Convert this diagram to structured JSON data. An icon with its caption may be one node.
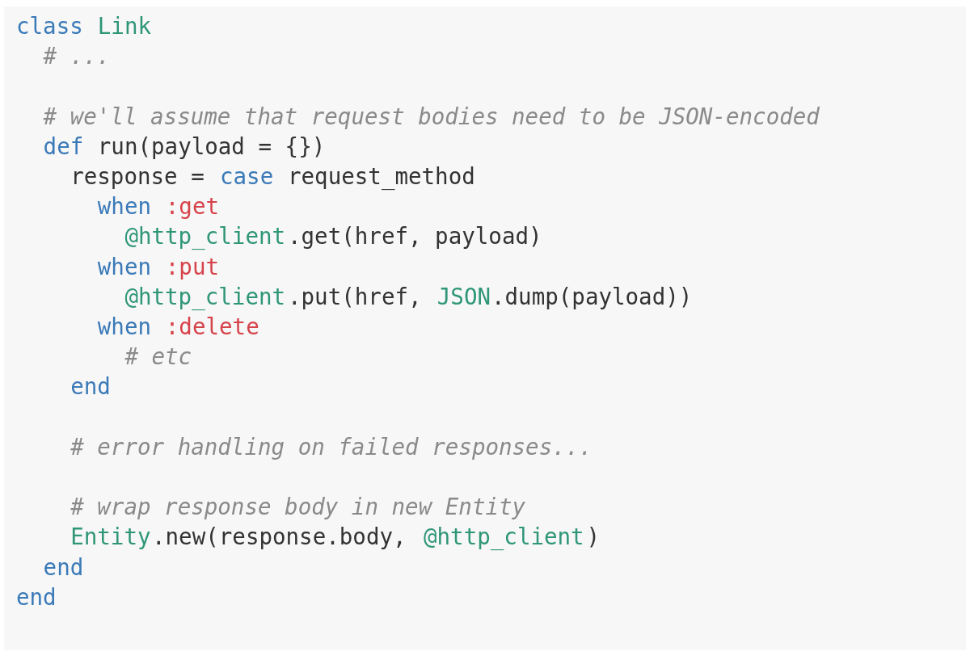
{
  "diagram": {
    "labels": [
      "class",
      "Link",
      "# ...",
      "# we'll assume that request bodies need to be JSON-encoded",
      "def",
      "run(payload = {})",
      "response =",
      "case",
      "request_method",
      "when",
      ":get",
      "@http_client",
      ".get(href, payload)",
      "when",
      ":put",
      "@http_client",
      ".put(href,",
      "JSON",
      ".dump(payload))",
      "when",
      ":delete",
      "# etc",
      "end",
      "# error handling on failed responses...",
      "# wrap response body in new Entity",
      "Entity",
      ".new(response.body,",
      "@http_client",
      ")",
      "end",
      "end"
    ]
  }
}
